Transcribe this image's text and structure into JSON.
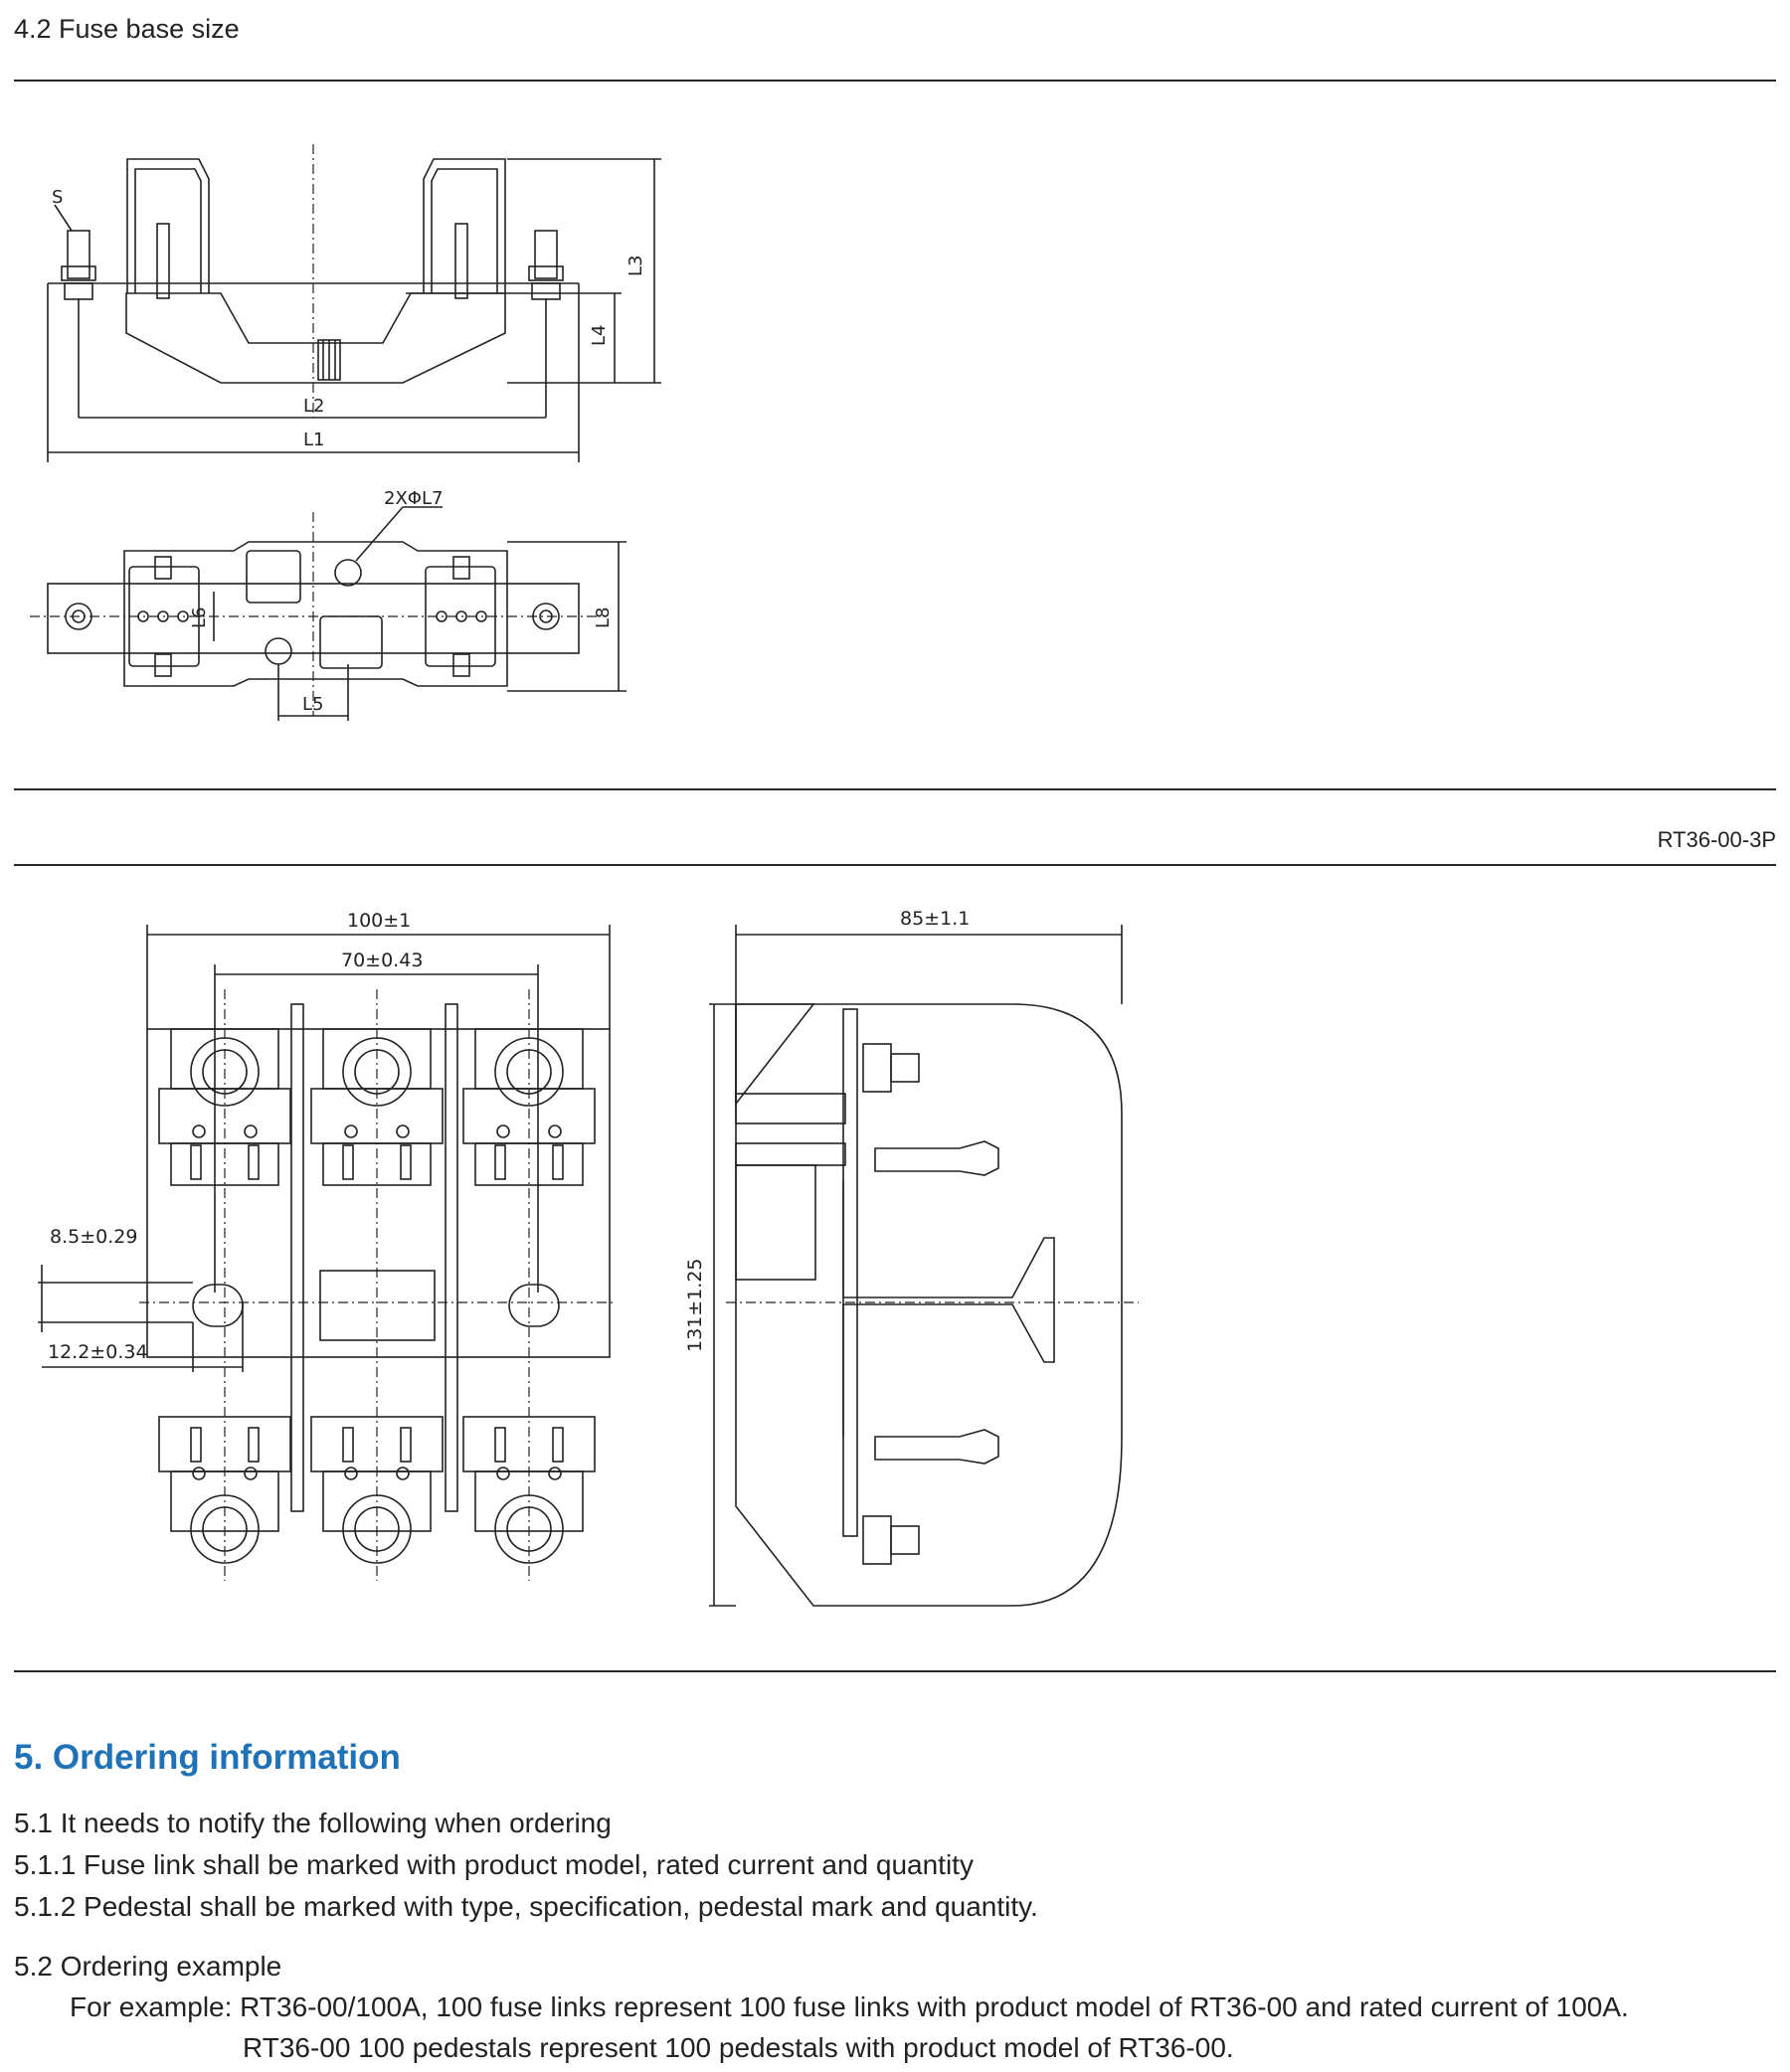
{
  "section_4_2": {
    "title": "4.2 Fuse base size",
    "drawing_labels": {
      "s": "S",
      "l1": "L1",
      "l2": "L2",
      "l3": "L3",
      "l4": "L4",
      "l5": "L5",
      "l6": "L6",
      "l7": "2XΦL7",
      "l8": "L8"
    }
  },
  "model_block": {
    "code": "RT36-00-3P",
    "dimensions": {
      "width": "100±1",
      "pitch": "70±0.43",
      "slot_width": "8.5±0.29",
      "slot_length": "12.2±0.34",
      "depth": "85±1.1",
      "height": "131±1.25"
    }
  },
  "section_5": {
    "heading": "5. Ordering information",
    "lines": [
      "5.1 It needs to notify the following when ordering",
      "5.1.1 Fuse link shall be marked with product model, rated current and quantity",
      "5.1.2 Pedestal shall be marked with type, specification, pedestal mark and quantity."
    ],
    "example_title": "5.2 Ordering example",
    "example_line1": "For example: RT36-00/100A, 100 fuse links represent 100 fuse links with product model of RT36-00 and rated current of 100A.",
    "example_line2": "RT36-00 100 pedestals represent 100 pedestals with product model of RT36-00."
  }
}
